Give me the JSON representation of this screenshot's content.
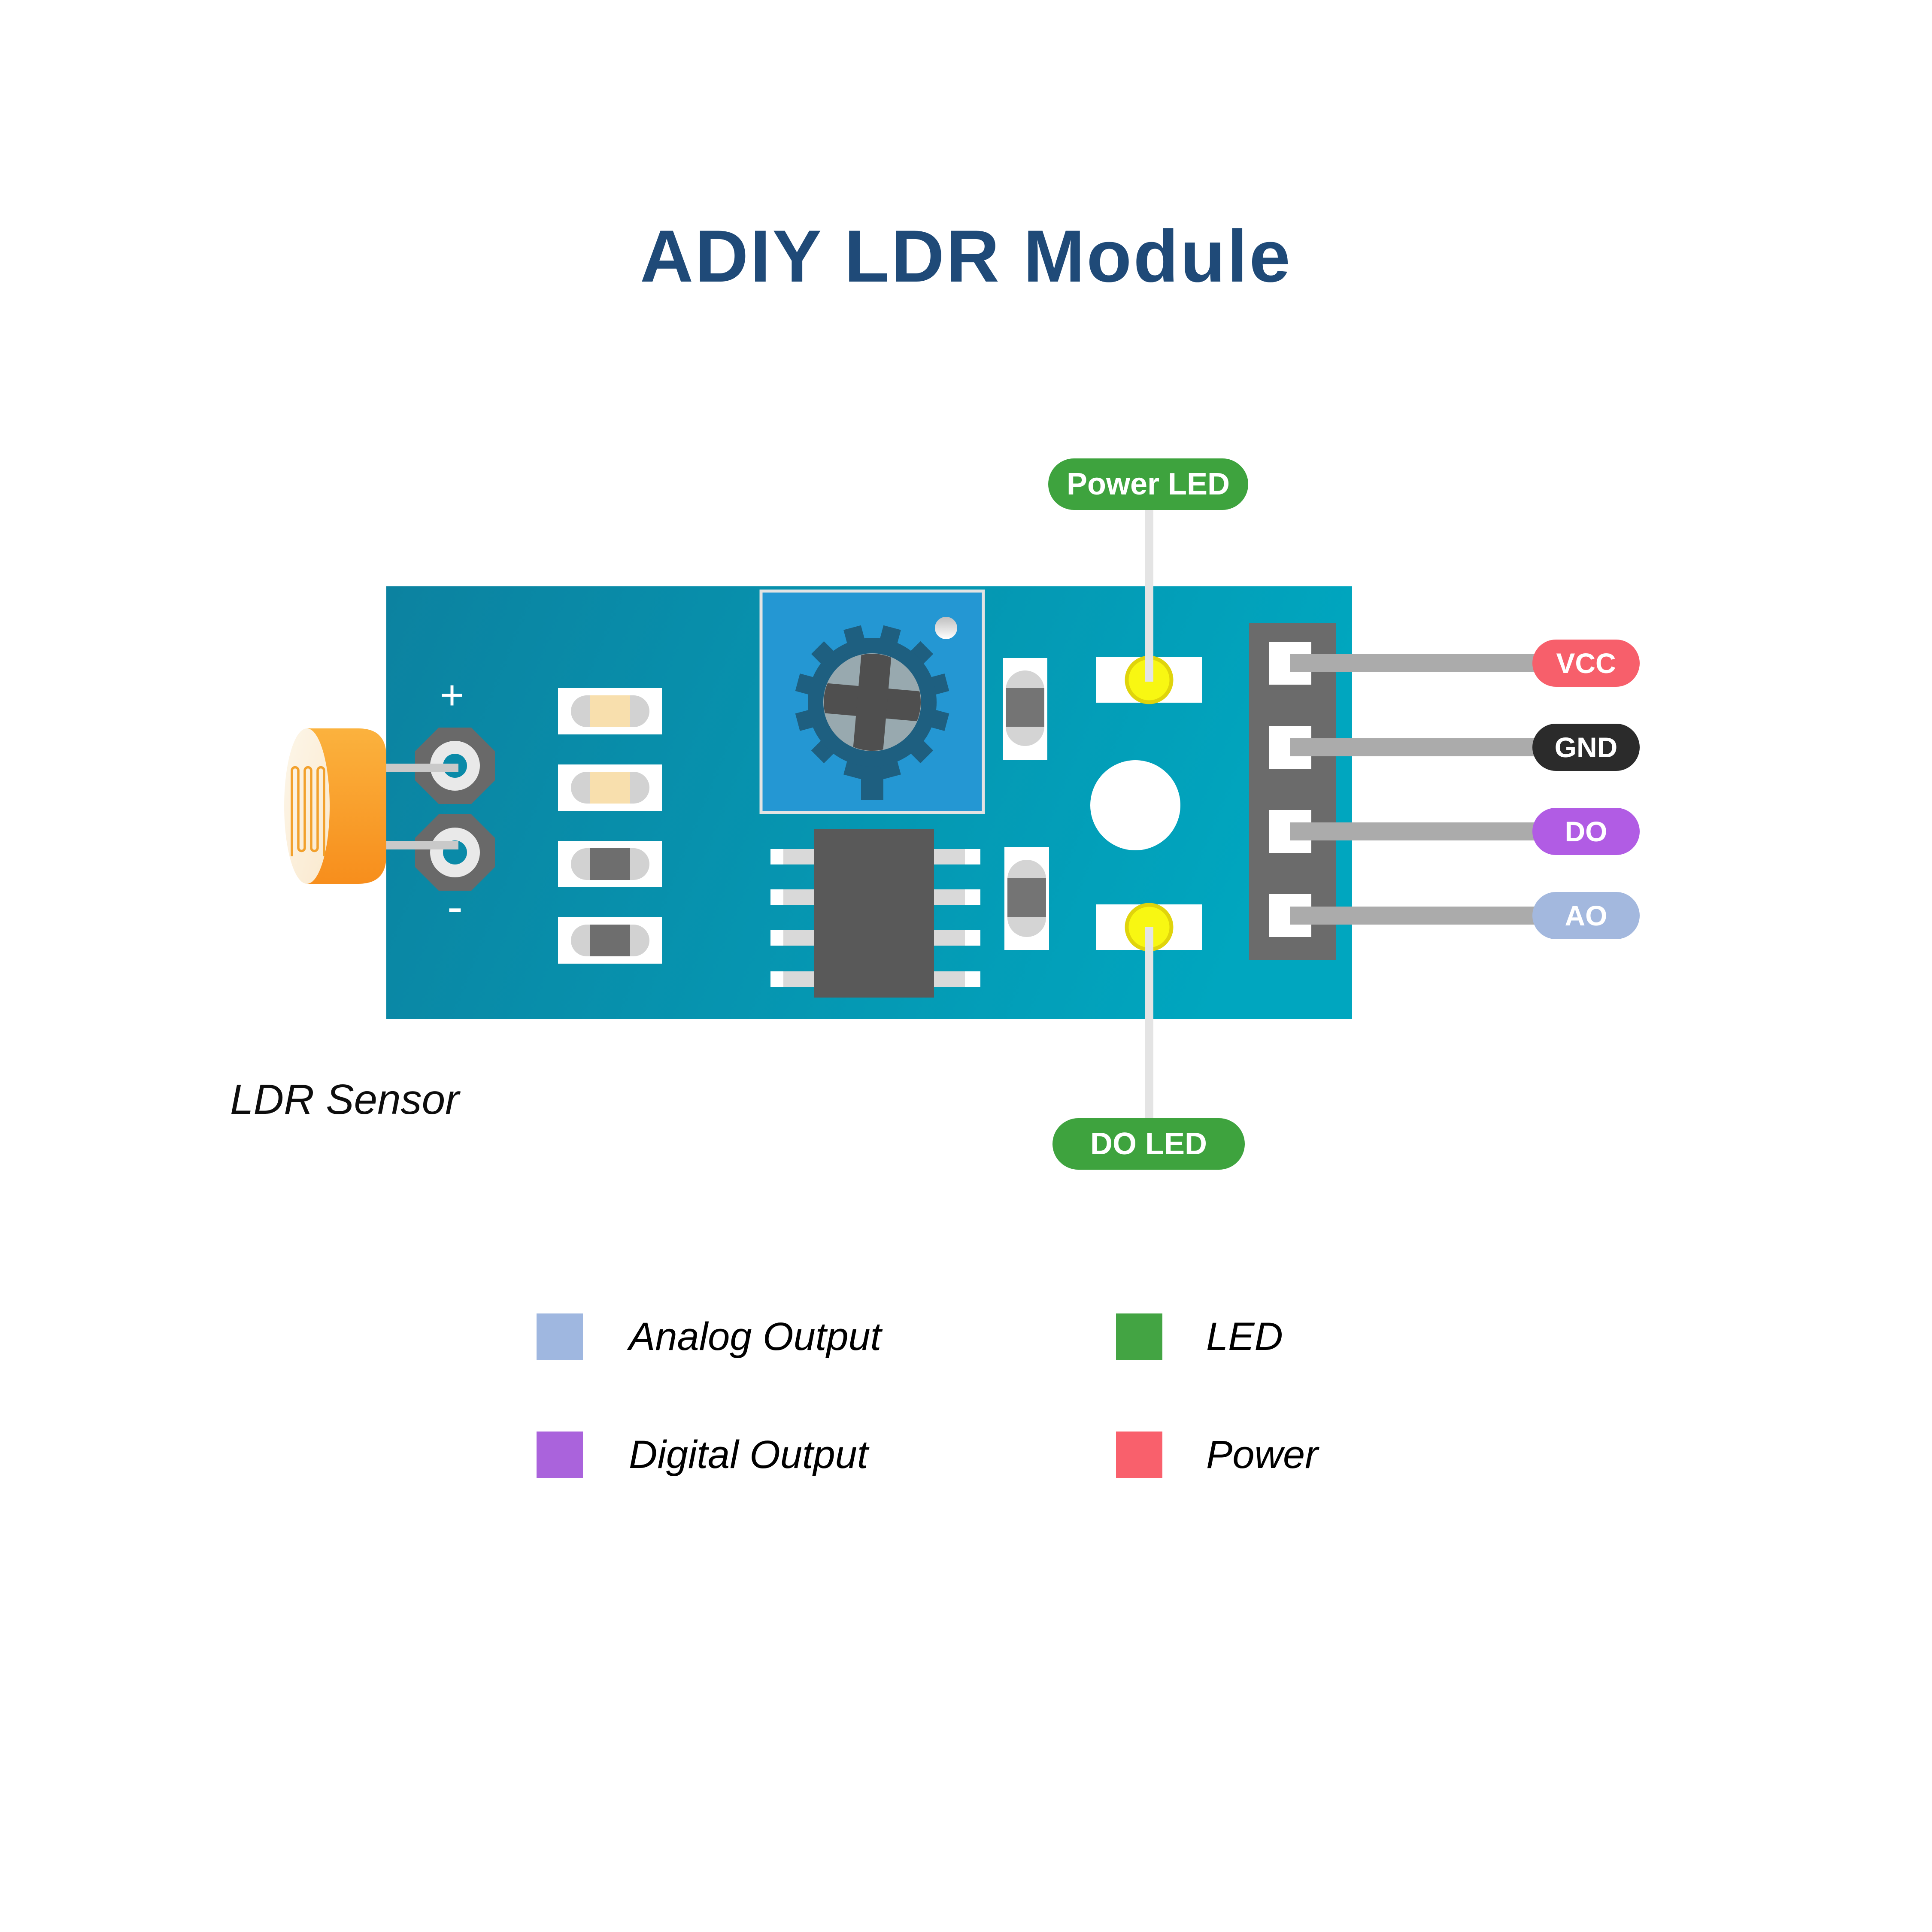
{
  "title": {
    "text": "ADIY LDR Module",
    "color": "#1F4A78"
  },
  "board": {
    "color_left": "#0C82A0",
    "color_right": "#00A6BF",
    "plus_label": "+",
    "minus_label": "-"
  },
  "ldr": {
    "label": "LDR Sensor"
  },
  "callouts": {
    "power_led": "Power LED",
    "do_led": "DO LED",
    "pill_color": "#3EA33E"
  },
  "pins": [
    {
      "label": "VCC",
      "color": "#F75F6B"
    },
    {
      "label": "GND",
      "color": "#2B2B2B"
    },
    {
      "label": "DO",
      "color": "#B15CE4"
    },
    {
      "label": "AO",
      "color": "#A3B8DE"
    }
  ],
  "legend": [
    {
      "label": "Analog Output",
      "color": "#9FB7E0"
    },
    {
      "label": "LED",
      "color": "#43A443"
    },
    {
      "label": "Digital Output",
      "color": "#AA63DC"
    },
    {
      "label": "Power",
      "color": "#F9606C"
    }
  ]
}
